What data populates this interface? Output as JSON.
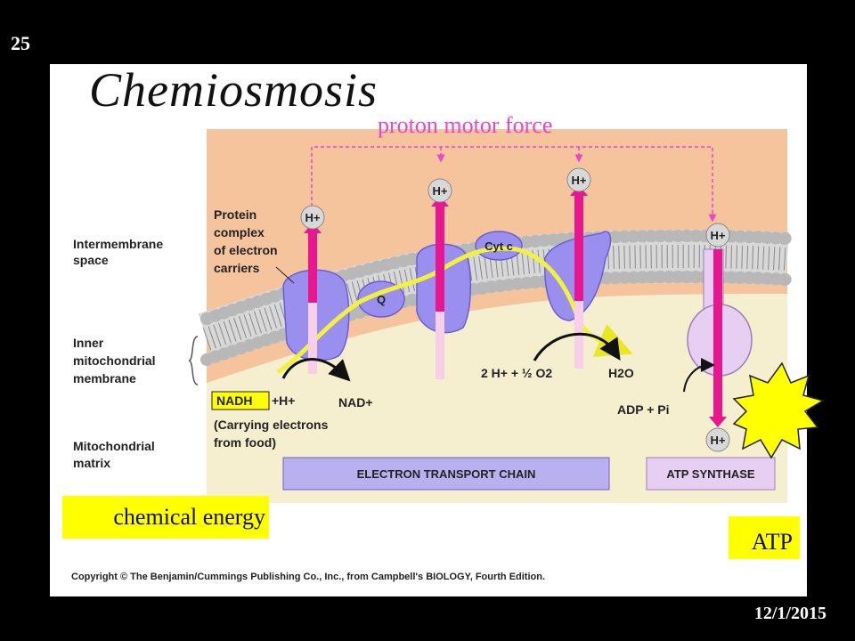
{
  "slide_number": "25",
  "date": "12/1/2015",
  "title": "Chemiosmosis",
  "proton_motor_force": "proton motor force",
  "chemical_energy": "chemical energy",
  "atp": "ATP",
  "copyright": "Copyright © The Benjamin/Cummings Publishing Co., Inc., from Campbell's BIOLOGY, Fourth Edition.",
  "labels": {
    "intermembrane": [
      "Intermembrane",
      "space"
    ],
    "inner_membrane": [
      "Inner",
      "mitochondrial",
      "membrane"
    ],
    "matrix": [
      "Mitochondrial",
      "matrix"
    ],
    "protein_complex": [
      "Protein",
      "complex",
      "of electron",
      "carriers"
    ],
    "q": "Q",
    "cytc": "Cyt c",
    "hplus": "H+",
    "nadh": "NADH",
    "nadh_plus_h": "+H+",
    "nad_plus": "NAD+",
    "carrying": [
      "(Carrying electrons",
      "from food)"
    ],
    "two_h": "2 H+ + ½ O2",
    "h2o": "H2O",
    "adp": "ADP + Pi",
    "etc_bar": "ELECTRON TRANSPORT CHAIN",
    "atp_synthase_bar": "ATP SYNTHASE"
  },
  "colors": {
    "panel": "#f5c39c",
    "matrix": "#f5efcf",
    "protein": "#9a8fef",
    "arrow": "#e8168f",
    "yellow": "#ffff00",
    "electron_path": "#f2f23c"
  }
}
